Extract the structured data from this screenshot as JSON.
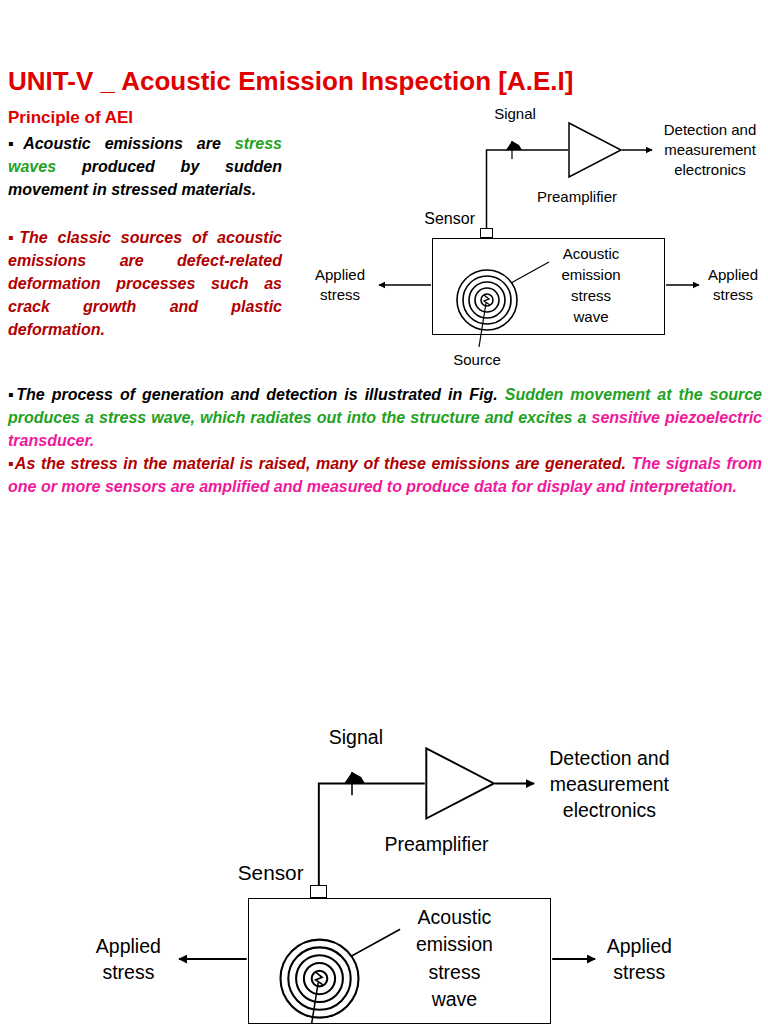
{
  "diagram": {
    "title": "UNIT-V _ Acoustic Emission Inspection [A.E.I]",
    "nodes": [
      {
        "text": [
          "Acoustic emission stress wave"
        ]
      },
      {
        "text": [
          "Sensor"
        ]
      },
      {
        "text": [
          "Preamplifier"
        ]
      },
      {
        "text": [
          "Acoustic emission stress wave"
        ]
      },
      {
        "text": [
          "Sensor"
        ]
      },
      {
        "text": [
          "Preamplifier"
        ]
      }
    ],
    "edges": [
      {
        "from": 1,
        "to": 2,
        "arrow": "none"
      },
      {
        "from": 4,
        "to": 5,
        "arrow": "none"
      }
    ],
    "labels": [
      "Principle of AEI",
      "▪Acoustic emissions are",
      "stress waves",
      "produced by sudden movement in stressed materials.",
      "▪The classic sources of acoustic emissions are defect-related deformation processes such as crack growth and plastic deformation.",
      "▪The process of generation and detection is illustrated in Fig.",
      "Sudden movement at the source produces a stress wave, which radiates out into the structure and excites a",
      "sensitive piezoelectric transducer.",
      "▪As the stress in the material is raised, many of these emissions are generated.",
      "The signals from one or more sensors are amplified and measured to produce data for display and interpretation.",
      "Signal",
      "Detection and measurement electronics",
      "Applied stress",
      "Applied stress",
      "Source",
      "Signal",
      "Detection and measurement electronics",
      "Applied stress",
      "Applied stress"
    ]
  }
}
